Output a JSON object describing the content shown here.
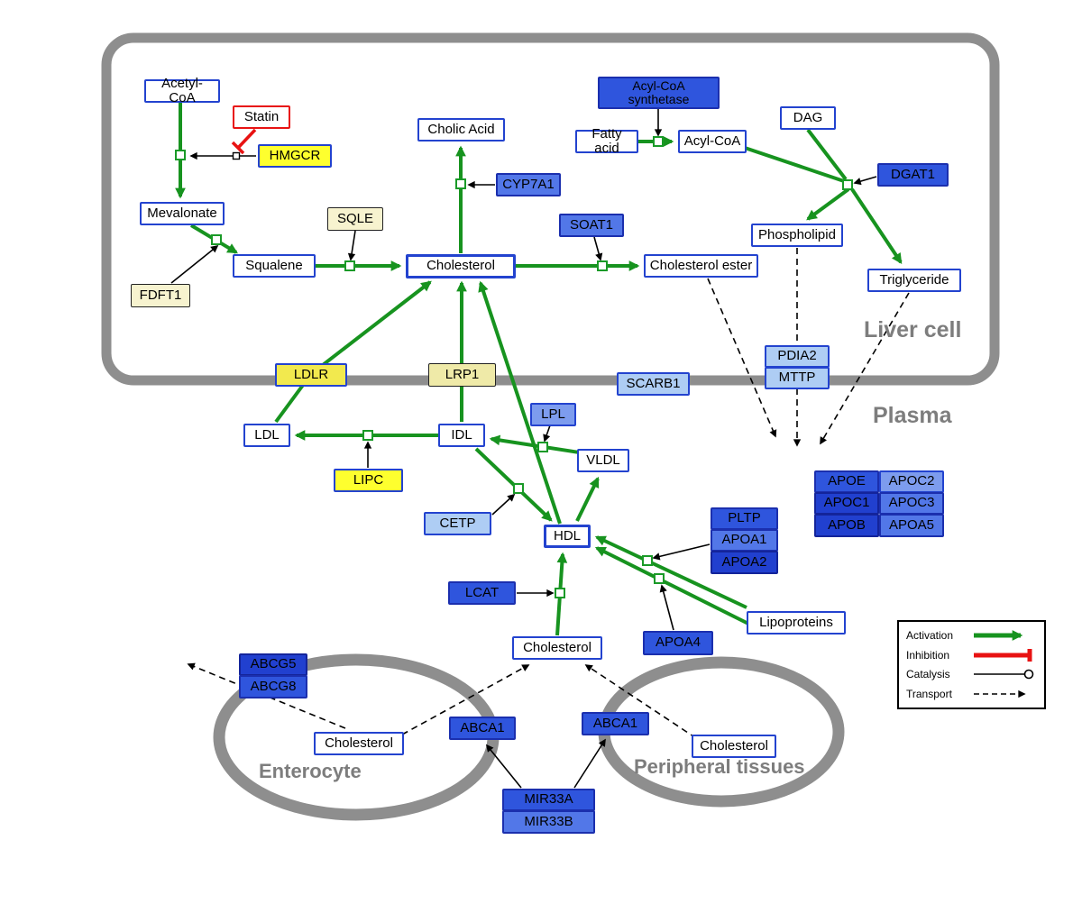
{
  "regions": {
    "liver_cell": "Liver cell",
    "plasma": "Plasma",
    "enterocyte": "Enterocyte",
    "peripheral_tissues": "Peripheral tissues"
  },
  "nodes": {
    "acetyl_coa": "Acetyl-CoA",
    "statin": "Statin",
    "hmgcr": "HMGCR",
    "mevalonate": "Mevalonate",
    "fdft1": "FDFT1",
    "squalene": "Squalene",
    "sqle": "SQLE",
    "cholesterol_liver": "Cholesterol",
    "cholic_acid": "Cholic Acid",
    "cyp7a1": "CYP7A1",
    "soat1": "SOAT1",
    "cholesterol_ester": "Cholesterol ester",
    "acyl_coa_synthetase": "Acyl-CoA synthetase",
    "fatty_acid": "Fatty acid",
    "acyl_coa": "Acyl-CoA",
    "dag": "DAG",
    "dgat1": "DGAT1",
    "phospholipid": "Phospholipid",
    "triglyceride": "Triglyceride",
    "pdia2": "PDIA2",
    "mttp": "MTTP",
    "ldlr": "LDLR",
    "lrp1": "LRP1",
    "scarb1": "SCARB1",
    "ldl": "LDL",
    "idl": "IDL",
    "lpl": "LPL",
    "vldl": "VLDL",
    "lipc": "LIPC",
    "cetp": "CETP",
    "hdl": "HDL",
    "pltp": "PLTP",
    "apoa1": "APOA1",
    "apoa2": "APOA2",
    "lcat": "LCAT",
    "apoa4": "APOA4",
    "lipoproteins": "Lipoproteins",
    "cholesterol_plasma": "Cholesterol",
    "apoe": "APOE",
    "apoc2": "APOC2",
    "apoc1": "APOC1",
    "apoc3": "APOC3",
    "apob": "APOB",
    "apoa5": "APOA5",
    "abcg5": "ABCG5",
    "abcg8": "ABCG8",
    "cholesterol_enterocyte": "Cholesterol",
    "abca1_enterocyte": "ABCA1",
    "abca1_peripheral": "ABCA1",
    "cholesterol_peripheral": "Cholesterol",
    "mir33a": "MIR33A",
    "mir33b": "MIR33B"
  },
  "legend": {
    "activation": "Activation",
    "inhibition": "Inhibition",
    "catalysis": "Catalysis",
    "transport": "Transport"
  },
  "colors": {
    "activation_green": "#17931f",
    "inhibition_red": "#e81212",
    "metabolite_border": "#2343cf",
    "membrane_gray": "#8e8e8e"
  }
}
